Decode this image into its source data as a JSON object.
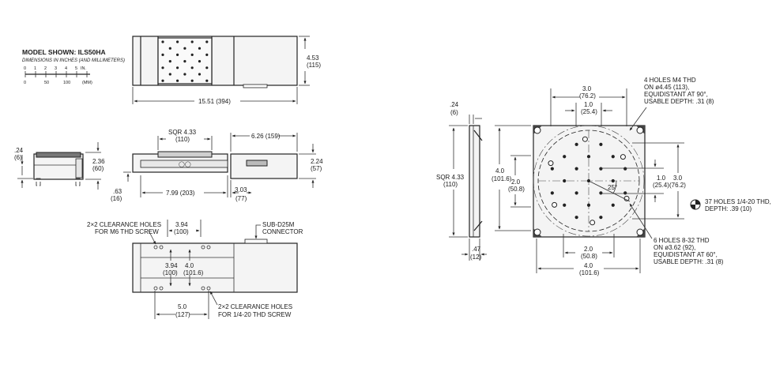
{
  "model": {
    "title": "MODEL SHOWN: ILS50HA",
    "subtitle": "DIMENSIONS IN INCHES (AND MILLIMETERS)",
    "scale_in": [
      "0",
      "1",
      "2",
      "3",
      "4",
      "5",
      "IN."
    ],
    "scale_mm": [
      "0",
      "50",
      "100",
      "(MM)"
    ]
  },
  "top_view": {
    "height": "4.53",
    "height_mm": "(115)",
    "length": "15.51 (394)"
  },
  "end_view": {
    "left_h": ".24",
    "left_h_mm": "(6)",
    "right_h": "2.36",
    "right_h_mm": "(60)"
  },
  "side_view": {
    "sqr": "SQR 4.33",
    "sqr_mm": "(110)",
    "right_len": "6.26 (159)",
    "right_h": "2.24",
    "right_h_mm": "(57)",
    "left_h": ".63",
    "left_h_mm": "(16)",
    "travel": "7.99 (203)",
    "offset": "3.03",
    "offset_mm": "(77)"
  },
  "bottom_view": {
    "holes_m6_l1": "2×2 CLEARANCE HOLES",
    "holes_m6_l2": "FOR M6 THD SCREW",
    "w1": "3.94",
    "w1_mm": "(100)",
    "connector_l1": "SUB-D25M",
    "connector_l2": "CONNECTOR",
    "h1": "3.94",
    "h1_mm": "(100)",
    "h2": "4.0",
    "h2_mm": "(101.6)",
    "w2": "5.0",
    "w2_mm": "(127)",
    "holes_14_l1": "2×2 CLEARANCE HOLES",
    "holes_14_l2": "FOR 1/4-20 THD SCREW"
  },
  "carriage_side": {
    "top": ".24",
    "top_mm": "(6)",
    "sqr": "SQR 4.33",
    "sqr_mm": "(110)",
    "bottom": ".47",
    "bottom_mm": "(12)"
  },
  "carriage_top": {
    "d30": "3.0",
    "d30_mm": "(76.2)",
    "d10": "1.0",
    "d10_mm": "(25.4)",
    "m4_l1": "4 HOLES M4 THD",
    "m4_l2": "ON ø4.45 (113),",
    "m4_l3": "EQUIDISTANT AT 90°,",
    "m4_l4": "USABLE DEPTH: .31 (8)",
    "v40": "4.0",
    "v40_mm": "(101.6)",
    "v20": "2.0",
    "v20_mm": "(50.8)",
    "r10": "1.0",
    "r10_mm": "(25.4)",
    "r30": "3.0",
    "r30_mm": "(76.2)",
    "angle": "25°",
    "h37_l1": "37 HOLES 1/4-20 THD,",
    "h37_l2": "DEPTH: .39 (10)",
    "h832_l1": "6 HOLES 8-32 THD",
    "h832_l2": "ON ø3.62 (92),",
    "h832_l3": "EQUIDISTANT AT 60°,",
    "h832_l4": "USABLE DEPTH: .31 (8)",
    "b20": "2.0",
    "b20_mm": "(50.8)",
    "b40": "4.0",
    "b40_mm": "(101.6)"
  }
}
